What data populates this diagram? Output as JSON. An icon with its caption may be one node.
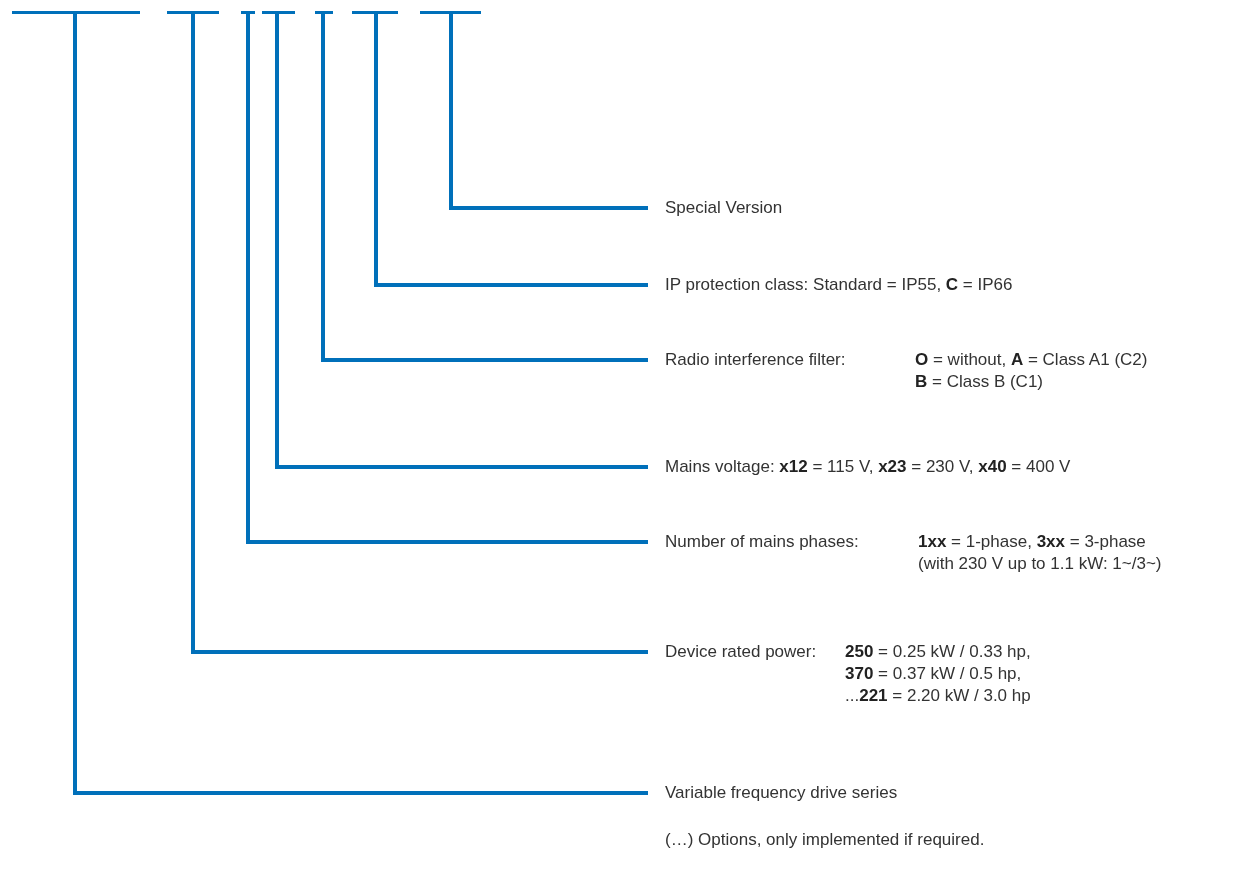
{
  "diagram": {
    "nodes": [
      {
        "text": [],
        "shape": "bar"
      },
      {
        "text": [],
        "shape": "bar"
      },
      {
        "text": [],
        "shape": "bar"
      },
      {
        "text": [],
        "shape": "bar"
      },
      {
        "text": [],
        "shape": "bar"
      },
      {
        "text": [],
        "shape": "bar"
      },
      {
        "text": [],
        "shape": "bar"
      },
      {
        "text": [
          "Special Version"
        ]
      },
      {
        "text": [
          "IP protection class: Standard = IP55, **C** = IP66"
        ]
      },
      {
        "text": [
          "Radio interference filter:",
          "**O** = without, **A** = Class A1 (C2)",
          "**B** = Class B (C1)"
        ]
      },
      {
        "text": [
          "Mains voltage: **x12** = 115 V, **x23** = 230 V, **x40** = 400 V"
        ]
      },
      {
        "text": [
          "Number of mains phases:",
          "**1xx** = 1-phase, **3xx** = 3-phase",
          "(with 230 V up to 1.1 kW: 1~/3~)"
        ]
      },
      {
        "text": [
          "Device rated power:",
          "**250** = 0.25 kW / 0.33 hp,",
          "**370** = 0.37 kW / 0.5 hp,",
          "...**221** = 2.20 kW / 3.0 hp"
        ]
      },
      {
        "text": [
          "Variable frequency drive series"
        ]
      }
    ],
    "edges": [
      {
        "from": 6,
        "to": 7,
        "arrow": "none"
      },
      {
        "from": 5,
        "to": 8,
        "arrow": "none"
      },
      {
        "from": 4,
        "to": 9,
        "arrow": "none"
      },
      {
        "from": 3,
        "to": 10,
        "arrow": "none"
      },
      {
        "from": 2,
        "to": 11,
        "arrow": "none"
      },
      {
        "from": 1,
        "to": 12,
        "arrow": "none"
      },
      {
        "from": 0,
        "to": 13,
        "arrow": "none"
      }
    ],
    "labels": [
      "(…) Options, only implemented if required."
    ]
  }
}
